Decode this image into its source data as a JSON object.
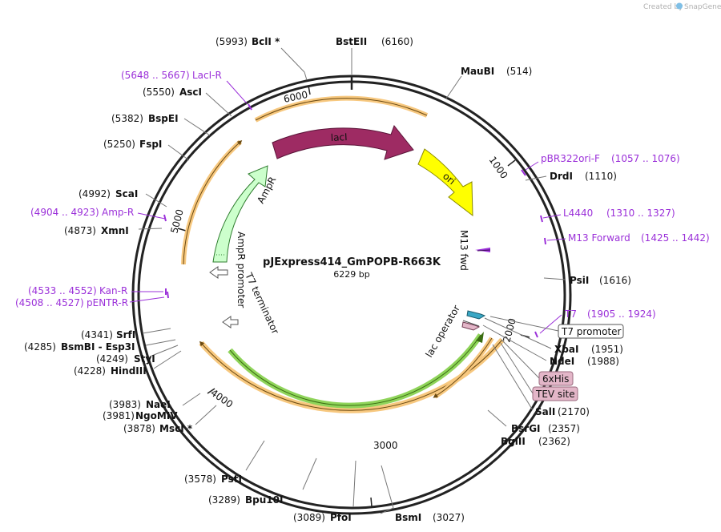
{
  "credit": {
    "prefix": "Created by",
    "brand": "SnapGene"
  },
  "plasmid": {
    "name": "pJExpress414_GmPOPB-R663K",
    "length": "6229 bp"
  },
  "ticks": [
    "1000",
    "2000",
    "3000",
    "4000",
    "5000",
    "6000"
  ],
  "enzymes": [
    {
      "name": "BclI *",
      "pos": "(5993)"
    },
    {
      "name": "BstEII",
      "pos": "(6160)"
    },
    {
      "name": "MauBI",
      "pos": "(514)"
    },
    {
      "name": "DrdI",
      "pos": "(1110)"
    },
    {
      "name": "PsiI",
      "pos": "(1616)"
    },
    {
      "name": "XbaI",
      "pos": "(1951)"
    },
    {
      "name": "NdeI",
      "pos": "(1988)"
    },
    {
      "name": "SalI",
      "pos": "(2170)"
    },
    {
      "name": "BsrGI",
      "pos": "(2357)"
    },
    {
      "name": "BglII",
      "pos": "(2362)"
    },
    {
      "name": "BsmI",
      "pos": "(3027)"
    },
    {
      "name": "PfoI",
      "pos": "(3089)"
    },
    {
      "name": "Bpu10I",
      "pos": "(3289)"
    },
    {
      "name": "PstI",
      "pos": "(3578)"
    },
    {
      "name": "MscI *",
      "pos": "(3878)"
    },
    {
      "name": "NgoMIV",
      "pos": "(3981)"
    },
    {
      "name": "NaeI",
      "pos": "(3983)"
    },
    {
      "name": "HindIII",
      "pos": "(4228)"
    },
    {
      "name": "StyI",
      "pos": "(4249)"
    },
    {
      "name": "BsmBI  -  Esp3I",
      "pos": "(4285)"
    },
    {
      "name": "SrfI",
      "pos": "(4341)"
    },
    {
      "name": "XmnI",
      "pos": "(4873)"
    },
    {
      "name": "ScaI",
      "pos": "(4992)"
    },
    {
      "name": "FspI",
      "pos": "(5250)"
    },
    {
      "name": "BspEI",
      "pos": "(5382)"
    },
    {
      "name": "AscI",
      "pos": "(5550)"
    }
  ],
  "primers": [
    {
      "name": "LacI-R",
      "range": "(5648 .. 5667)"
    },
    {
      "name": "pBR322ori-F",
      "range": "(1057 .. 1076)"
    },
    {
      "name": "L4440",
      "range": "(1310 .. 1327)"
    },
    {
      "name": "M13 Forward",
      "range": "(1425 .. 1442)"
    },
    {
      "name": "T7",
      "range": "(1905 .. 1924)"
    },
    {
      "name": "Amp-R",
      "range": "(4904 .. 4923)"
    },
    {
      "name": "Kan-R",
      "range": "(4533 .. 4552)"
    },
    {
      "name": "pENTR-R",
      "range": "(4508 .. 4527)"
    }
  ],
  "features": {
    "lacI": "lacI",
    "ori": "ori",
    "AmpR": "AmpR",
    "AmpR_promoter": "AmpR promoter",
    "T7_terminator": "T7 terminator",
    "M13_fwd": "M13 fwd",
    "lac_operator": "lac operator",
    "T7_promoter": "T7 promoter",
    "his": "6xHis",
    "tev": "TEV site"
  },
  "colors": {
    "lacI": "#9e2b63",
    "ori": "#ffff00",
    "AmpR": "#ccffcc",
    "orf": "#f7c87f",
    "cds": "#8fd45a",
    "primer": "#9b30d9",
    "tag": "#e3b6c8"
  }
}
